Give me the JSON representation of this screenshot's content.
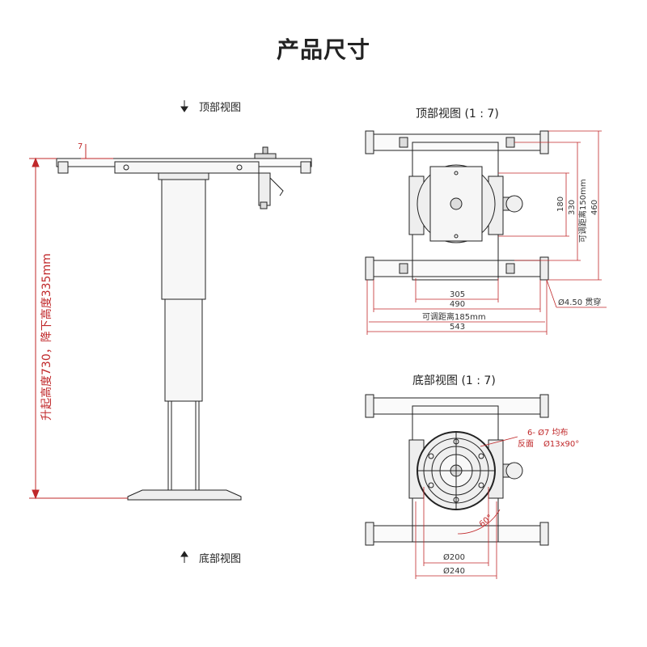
{
  "title": "产品尺寸",
  "side_view": {
    "top_label": "顶部视图",
    "bottom_label": "底部视图",
    "height_note": "升起高度730，降下高度335mm",
    "dim_top": "7"
  },
  "top_view": {
    "title": "顶部视图 (1 : 7)",
    "dims": {
      "d305": "305",
      "d490": "490",
      "adjust_x": "可调距离185mm",
      "d543": "543",
      "d180": "180",
      "d330": "330",
      "adjust_y": "可调距离150mm",
      "d460": "460",
      "hole": "Ø4.50 贯穿"
    }
  },
  "bottom_view": {
    "title": "底部视图 (1 : 7)",
    "dims": {
      "holes": "6- Ø7 均布",
      "reverse": "反面",
      "countersink": "Ø13x90°",
      "angle": "60°",
      "d200": "Ø200",
      "d240": "Ø240"
    }
  },
  "colors": {
    "dim_red": "#c0282a",
    "line": "#222222",
    "plate": "#f4f4f4"
  }
}
